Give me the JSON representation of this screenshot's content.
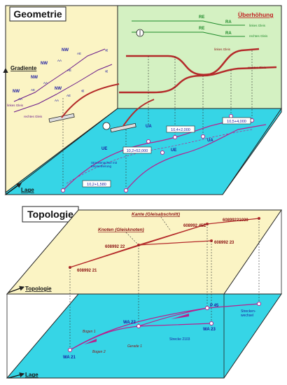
{
  "colors": {
    "plane_cyan": "#36d5e6",
    "plane_yellow": "#fbf4c4",
    "plane_green": "#d4f1c2",
    "track_red": "#b42a2a",
    "track_magenta": "#b8208f",
    "text_red": "#8a1010",
    "text_green": "#1e8a2a",
    "text_blue": "#1a1aa0",
    "text_purple": "#6a1a8a"
  },
  "geometry": {
    "title": "Geometrie",
    "ueberhoehung_label": "Überhöhung",
    "gradiente_label": "Gradiente",
    "lage_label": "Lage",
    "links_gleis": "linkes Gleis",
    "rechts_gleis": "rechtes Gleis",
    "links_gleis_left": "linkes\nGleis",
    "rechts_gleis_left": "rechtes\nGleis",
    "re": "RE",
    "ra": "RA",
    "nw": "NW",
    "ae": "AE",
    "aa": "AA",
    "ue": "UE",
    "ua": "UA",
    "streckenachse": "Streckenachse mit\nKilometrierung",
    "km1": "10,2+1,580",
    "km2": "10,2+52,000",
    "km3": "10,4+2,000",
    "km4": "10,5+4,000"
  },
  "topology": {
    "title": "Topologie",
    "topologie_label": "Topologie",
    "lage_label": "Lage",
    "kante": "Kante (Gleisabschnitt)",
    "knoten": "Knoten (Gleisknoten)",
    "k1": "608992 21",
    "k2": "608992 22",
    "k3": "608992 23",
    "k4": "608992 45E",
    "k5": "60899221030",
    "wa21": "WA 21",
    "wa22": "WA 22",
    "wa23": "WA 23",
    "p45": "P 45",
    "bogen1": "Bogen 1",
    "bogen2": "Bogen 2",
    "gerade1": "Gerade 1",
    "strecke": "Strecke 2103",
    "streckenwechsel": "Strecken-\nwechsel"
  }
}
